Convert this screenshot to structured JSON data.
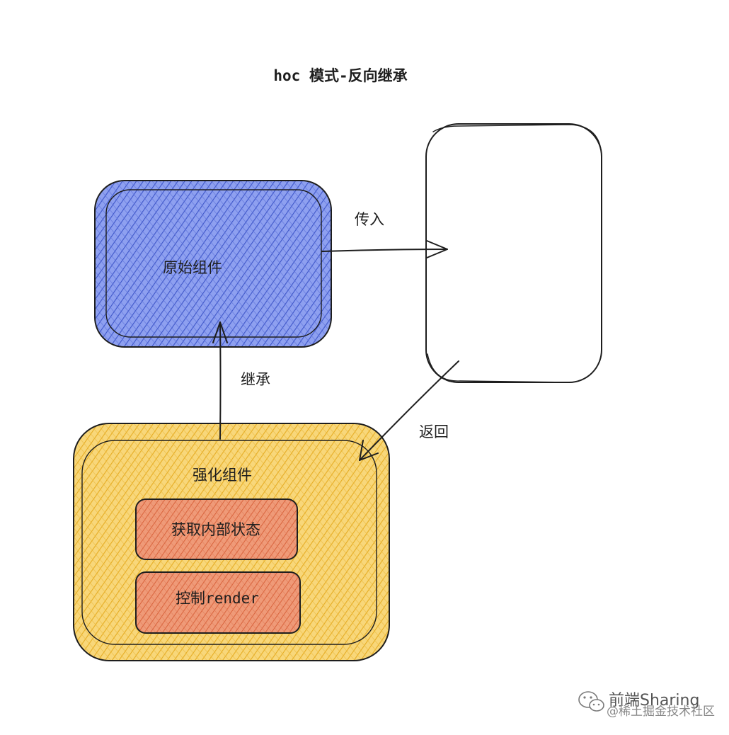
{
  "title": "hoc 模式-反向继承",
  "nodes": {
    "original": {
      "label": "原始组件",
      "color": "#5b74e4"
    },
    "higher_order": {
      "label": ""
    },
    "enhanced": {
      "label": "强化组件",
      "color": "#f5c242",
      "items": [
        {
          "label": "获取内部状态"
        },
        {
          "label": "控制render"
        }
      ],
      "item_color": "#e8825f"
    }
  },
  "edges": {
    "pass_in": {
      "label": "传入"
    },
    "inherit": {
      "label": "继承"
    },
    "return": {
      "label": "返回"
    }
  },
  "watermark": {
    "brand": "前端Sharing",
    "sub": "@稀土掘金技术社区",
    "icon": "wechat-icon"
  }
}
